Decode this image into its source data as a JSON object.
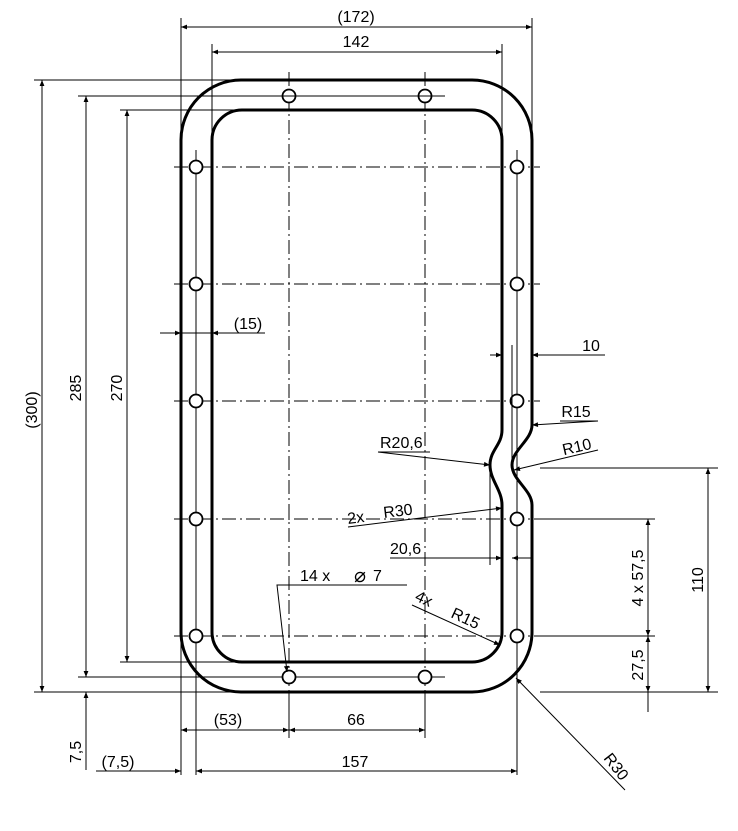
{
  "title": "Gasket plate technical drawing",
  "dimensions": {
    "overall_width": "(172)",
    "hole_span_width": "142",
    "overall_height": "(300)",
    "hole_span_height": "285",
    "inner_height": "270",
    "flange_width": "(15)",
    "notch_depth": "10",
    "notch_outer_radius": "R15",
    "notch_inner_radius": "R20,6",
    "notch_tip_radius": "R10",
    "notch_blend_radius_count": "2x",
    "notch_blend_radius": "R30",
    "notch_width": "20,6",
    "hole_count": "14 x",
    "hole_diameter_symbol": "⌀",
    "hole_diameter": "7",
    "inner_corner_count": "4x",
    "inner_corner_radius": "R15",
    "notch_height": "110",
    "hole_pitch": "4 x 57,5",
    "bottom_hole_offset": "27,5",
    "bottom_left_offset": "(53)",
    "bottom_hole_spacing": "66",
    "edge_offset_vertical": "7,5",
    "edge_offset_horizontal": "(7,5)",
    "bottom_hole_span": "157",
    "outer_corner_radius": "R30"
  }
}
